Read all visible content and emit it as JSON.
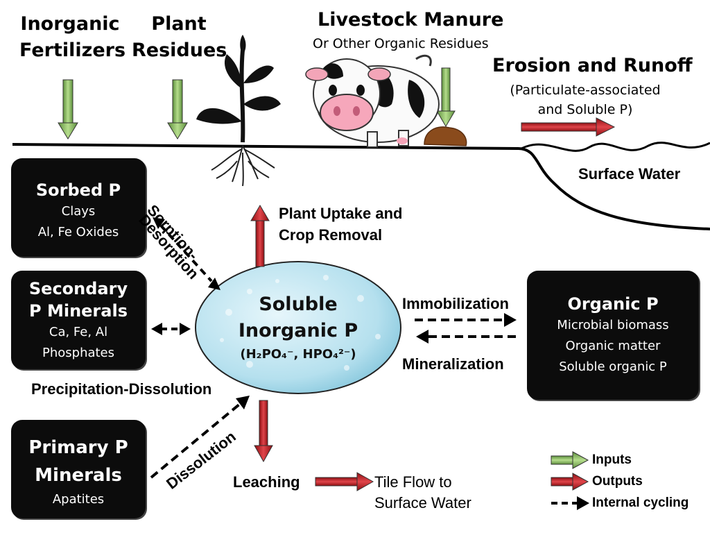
{
  "inputs": {
    "inorganic": [
      "Inorganic",
      "Fertilizers"
    ],
    "plant": [
      "Plant",
      "Residues"
    ],
    "manure_title": "Livestock Manure",
    "manure_sub": "Or Other Organic Residues"
  },
  "erosion": {
    "title": "Erosion and Runoff",
    "sub": [
      "(Particulate-associated",
      "and Soluble P)"
    ],
    "surface_water": "Surface Water"
  },
  "pools": {
    "sorbed": {
      "title": "Sorbed P",
      "lines": [
        "Clays",
        "Al, Fe Oxides"
      ]
    },
    "secondary": {
      "title": [
        "Secondary",
        "P Minerals"
      ],
      "lines": [
        "Ca, Fe, Al",
        "Phosphates"
      ]
    },
    "primary": {
      "title": [
        "Primary P",
        "Minerals"
      ],
      "lines": [
        "Apatites"
      ]
    },
    "organic": {
      "title": "Organic P",
      "lines": [
        "Microbial biomass",
        "Organic matter",
        "Soluble organic P"
      ]
    }
  },
  "soluble": {
    "title": [
      "Soluble",
      "Inorganic P"
    ],
    "formula": "(H₂PO₄⁻, HPO₄²⁻)"
  },
  "processes": {
    "sorption": "Sorption-",
    "desorption": "Desorption",
    "plant_uptake": [
      "Plant Uptake and",
      "Crop Removal"
    ],
    "immobilization": "Immobilization",
    "mineralization": "Mineralization",
    "precipitation": "Precipitation-Dissolution",
    "dissolution": "Dissolution",
    "leaching": "Leaching",
    "tile_flow": [
      "Tile Flow to",
      "Surface Water"
    ]
  },
  "legend": {
    "inputs": "Inputs",
    "outputs": "Outputs",
    "internal": "Internal cycling"
  },
  "colors": {
    "input_arrow": "#8fbe6b",
    "output_arrow": "#c8161b",
    "box": "#0c0c0c",
    "pool": "#bfe4f0"
  },
  "icons": [
    "plant-icon",
    "cow-icon",
    "manure-icon",
    "roots-icon"
  ]
}
